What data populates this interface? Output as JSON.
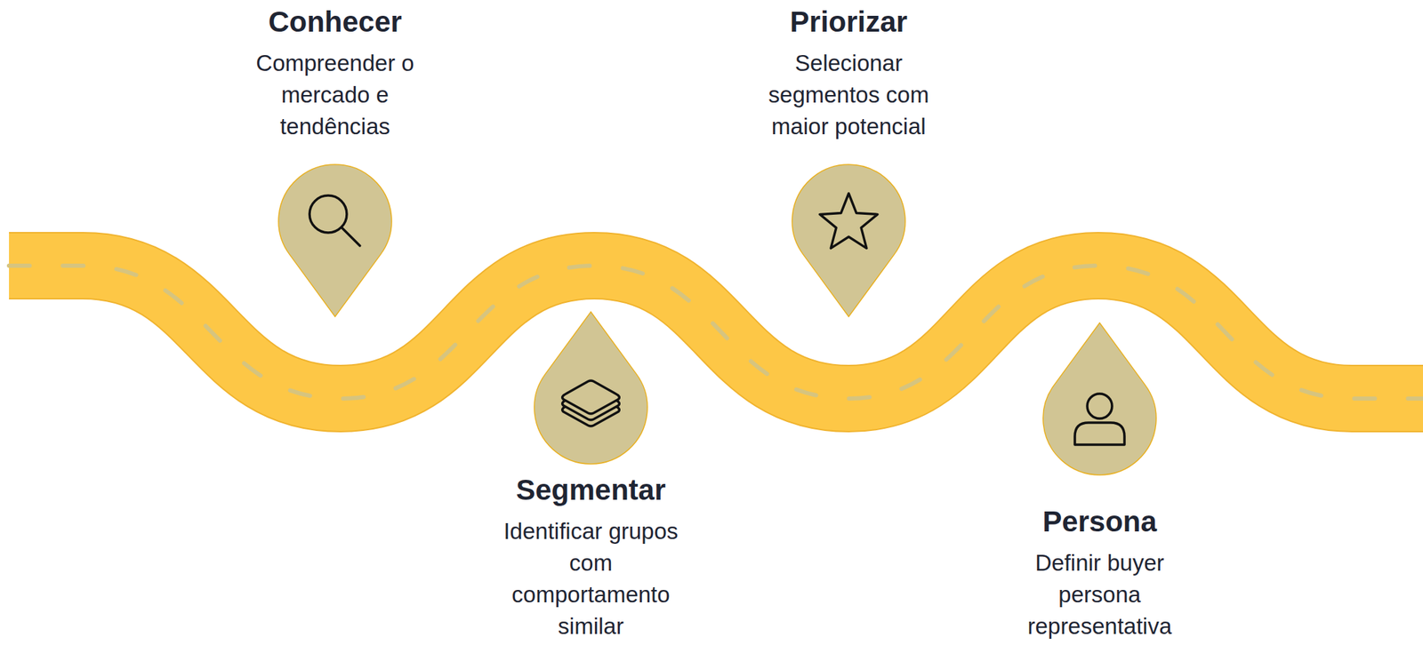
{
  "diagram": {
    "nodes": [
      {
        "text": [
          "Conhecer",
          "Compreender o mercado e tendências"
        ]
      },
      {
        "text": [
          "Segmentar",
          "Identificar grupos com comportamento similar"
        ]
      },
      {
        "text": [
          "Priorizar",
          "Selecionar segmentos com maior potencial"
        ]
      },
      {
        "text": [
          "Persona",
          "Definir buyer persona representativa"
        ]
      }
    ]
  }
}
